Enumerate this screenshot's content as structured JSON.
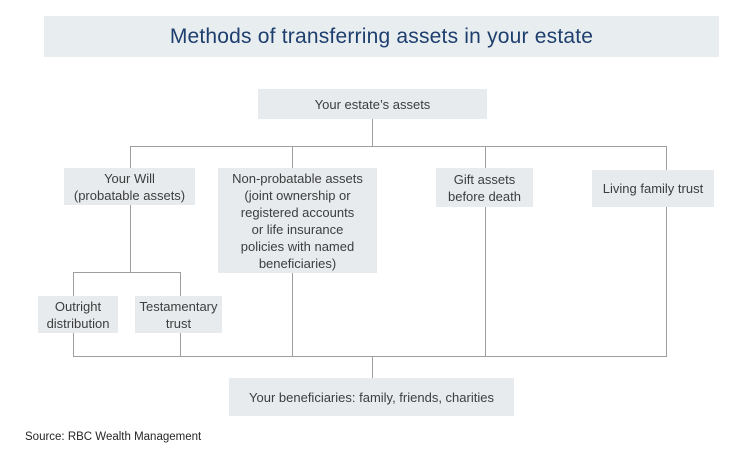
{
  "title": "Methods of transferring assets in your estate",
  "nodes": {
    "estate": "Your estate’s assets",
    "will": "Your Will\n(probatable assets)",
    "non_probatable": "Non-probatable assets\n(joint ownership or\nregistered accounts\nor life insurance\npolicies with named\nbeneficiaries)",
    "gift": "Gift assets\nbefore death",
    "living_trust": "Living family trust",
    "outright": "Outright\ndistribution",
    "testamentary": "Testamentary\ntrust",
    "beneficiaries": "Your beneficiaries: family, friends, charities"
  },
  "source": "Source: RBC Wealth Management",
  "colors": {
    "banner_bg": "#e8edf0",
    "node_bg": "#e7ebee",
    "title_text": "#1e3f6e",
    "node_text": "#3d3d3d",
    "connector": "#9e9e9e",
    "source_text": "#262626"
  }
}
